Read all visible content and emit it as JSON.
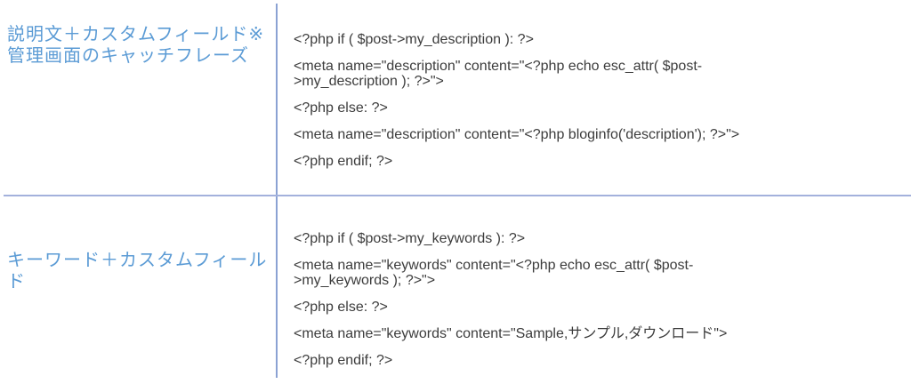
{
  "page": {
    "background_color": "#ffffff",
    "label_text_color": "#5b9bd5",
    "code_text_color": "#3c3c3c",
    "vertical_divider_color": "#8ba2d3",
    "horizontal_divider_color": "#a3b1dc"
  },
  "table": {
    "rows": [
      {
        "label": "説明文＋カスタムフィールド※管理画面のキャッチフレーズ",
        "code_paragraphs": [
          [
            "<?php if ( $post->my_description ): ?>"
          ],
          [
            "<meta name=\"description\" content=\"<?php echo esc_attr( $post-",
            ">my_description ); ?>\">"
          ],
          [
            "<?php else: ?>"
          ],
          [
            "<meta name=\"description\" content=\"<?php bloginfo('description'); ?>\">"
          ],
          [
            "<?php endif; ?>"
          ]
        ]
      },
      {
        "label": "キーワード＋カスタムフィールド",
        "code_paragraphs": [
          [
            "<?php if ( $post->my_keywords ): ?>"
          ],
          [
            "<meta name=\"keywords\" content=\"<?php echo esc_attr( $post-",
            ">my_keywords ); ?>\">"
          ],
          [
            "<?php else: ?>"
          ],
          [
            "<meta name=\"keywords\" content=\"Sample,サンプル,ダウンロード\">"
          ],
          [
            "<?php endif; ?>"
          ]
        ]
      }
    ]
  }
}
